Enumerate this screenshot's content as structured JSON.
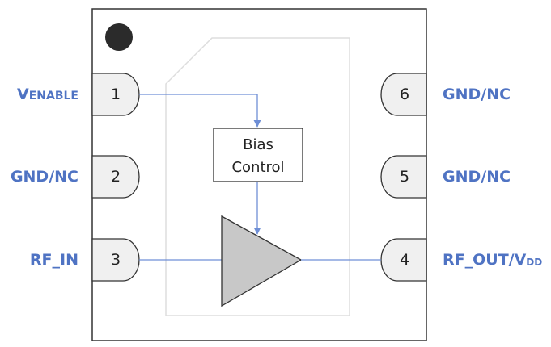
{
  "pins": {
    "p1": {
      "number": "1",
      "label_main": "V",
      "label_sub": "ENABLE"
    },
    "p2": {
      "number": "2",
      "label": "GND/NC"
    },
    "p3": {
      "number": "3",
      "label": "RF_IN"
    },
    "p4": {
      "number": "4",
      "label_main": "RF_OUT/V",
      "label_sub": "DD"
    },
    "p5": {
      "number": "5",
      "label": "GND/NC"
    },
    "p6": {
      "number": "6",
      "label": "GND/NC"
    }
  },
  "bias_block": {
    "line1": "Bias",
    "line2": "Control"
  },
  "colors": {
    "label": "#4f73c3",
    "signal_line": "#6f8fd6",
    "package_border": "#333333",
    "pin_fill": "#f0f0f0",
    "amplifier_fill": "#c8c8c8",
    "die_outline": "#dddddd",
    "pin1_marker": "#2b2b2b"
  }
}
